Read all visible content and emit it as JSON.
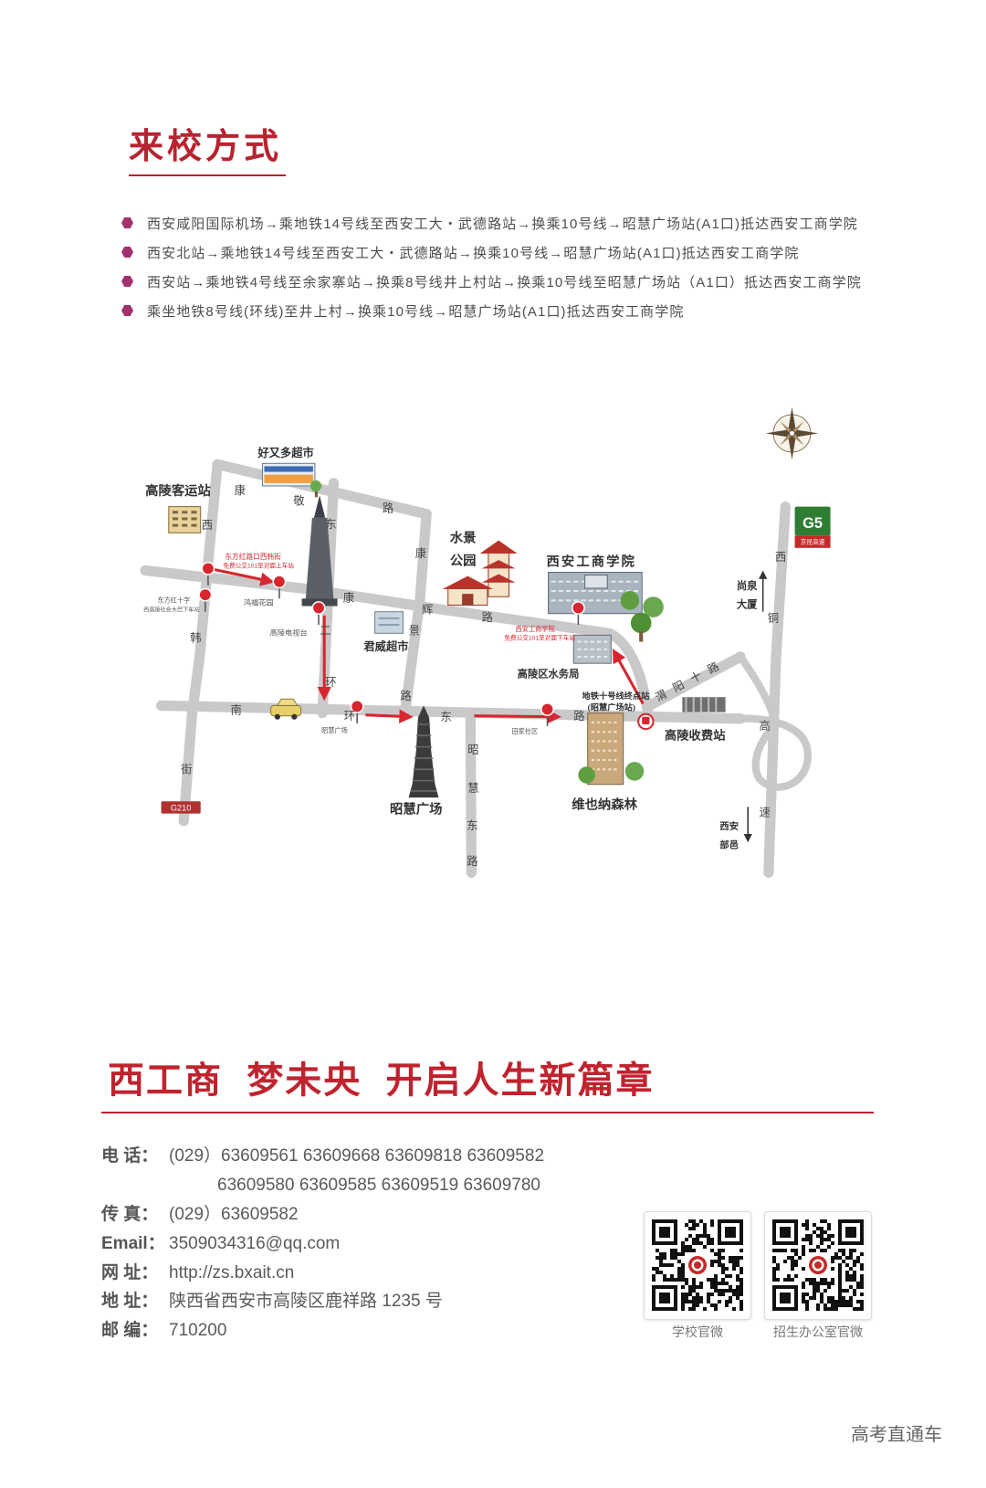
{
  "section_title": "来校方式",
  "routes": [
    "西安咸阳国际机场→乘地铁14号线至西安工大・武德路站→换乘10号线→昭慧广场站(A1口)抵达西安工商学院",
    "西安北站→乘地铁14号线至西安工大・武德路站→换乘10号线→昭慧广场站(A1口)抵达西安工商学院",
    "西安站→乘地铁4号线至余家寨站→换乘8号线井上村站→换乘10号线至昭慧广场站（A1口）抵达西安工商学院",
    "乘坐地铁8号线(环线)至井上村→换乘10号线→昭慧广场站(A1口)抵达西安工商学院"
  ],
  "map": {
    "landmarks": {
      "haoyouduo": "好又多超市",
      "bus_station": "高陵客运站",
      "stop_east_note_1": "东方红路口西韩街",
      "stop_east_note_2": "免费公交101至对面上车站",
      "dfh_cross_1": "东方红十字",
      "dfh_cross_2": "西高陵社会大巴下车站",
      "hongfu": "鸿福花园",
      "tv_station": "高陵电视台",
      "junwei": "君威超市",
      "park_1": "水景",
      "park_2": "公园",
      "college": "西安工商学院",
      "college_stop_1": "西安工商学院",
      "college_stop_2": "免费公交101至对面下车站",
      "water_bureau": "高陵区水务局",
      "metro_terminal_1": "地铁十号线终点站",
      "metro_terminal_2": "(昭慧广场站)",
      "toll": "高陵收费站",
      "zhaohui_small": "昭慧广场",
      "tianjia": "田家社区",
      "zhaohui_square": "昭慧广场",
      "vienna": "维也纳森林",
      "shangquan_1": "尚泉",
      "shangquan_2": "大厦",
      "xian_1": "西安",
      "xian_2": "部邑"
    },
    "roads": {
      "top_diagonal": [
        "康",
        "敬",
        "路"
      ],
      "xihan": [
        "西",
        "韩",
        "街"
      ],
      "top_horizontal": [
        "康",
        "辉",
        "路"
      ],
      "right_vertical": [
        "康",
        "景",
        "路"
      ],
      "dong_er_huan": [
        "东",
        "二",
        "环"
      ],
      "bottom_horizontal": [
        "南",
        "环",
        "东",
        "路"
      ],
      "zhaohui_east": [
        "昭",
        "慧",
        "东",
        "路"
      ],
      "highway": [
        "西",
        "铜",
        "高",
        "速"
      ],
      "weiyang": "渭阳十路"
    },
    "signs": {
      "g5": "G5",
      "g5_name": "京昆高速",
      "g210": "G210"
    },
    "icons": [
      "compass-icon",
      "subway-icon",
      "bus-stop-sign-icon",
      "car-icon",
      "tree-icon"
    ]
  },
  "slogan": "西工商  梦未央  开启人生新篇章",
  "contact": {
    "phone": {
      "label": "电 话：",
      "line1": "(029）63609561 63609668 63609818 63609582",
      "line2": "63609580 63609585 63609519 63609780"
    },
    "fax": {
      "label": "传 真：",
      "value": "(029）63609582"
    },
    "email": {
      "label": "Email：",
      "value": "3509034316@qq.com"
    },
    "web": {
      "label": "网 址：",
      "value": "http://zs.bxait.cn"
    },
    "address": {
      "label": "地 址：",
      "value": "陕西省西安市高陵区鹿祥路 1235 号"
    },
    "zip": {
      "label": "邮 编：",
      "value": "710200"
    }
  },
  "qr": {
    "school_caption": "学校官微",
    "admissions_caption": "招生办公室官微"
  },
  "watermark": "高考直通车",
  "colors": {
    "accent_red": "#b82330",
    "bullet_magenta": "#a3306f",
    "route_red": "#d7262f",
    "road_gray": "#c9c9c9"
  }
}
